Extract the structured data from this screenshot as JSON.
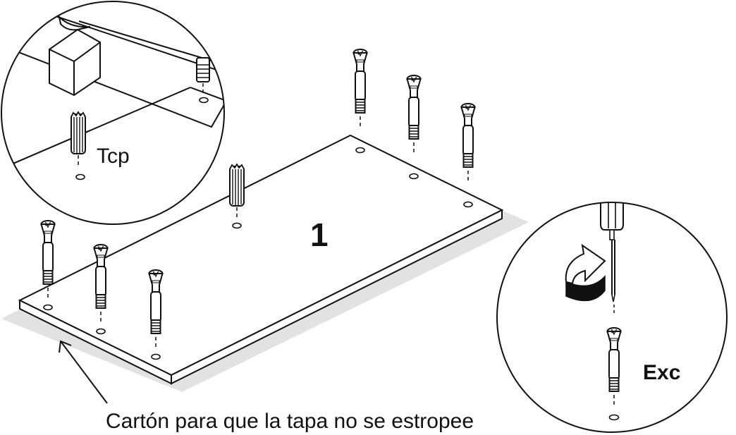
{
  "labels": {
    "dowel": "Tcp",
    "cam_bolt": "Exc",
    "part_number": "1",
    "caption": "Cartón para que la tapa no se estropee"
  },
  "colors": {
    "line": "#111111",
    "shadow": "#e2e2e2",
    "background": "#ffffff"
  },
  "icons": {
    "screwdriver": "screwdriver-icon",
    "rotation": "rotate-clockwise-icon"
  }
}
